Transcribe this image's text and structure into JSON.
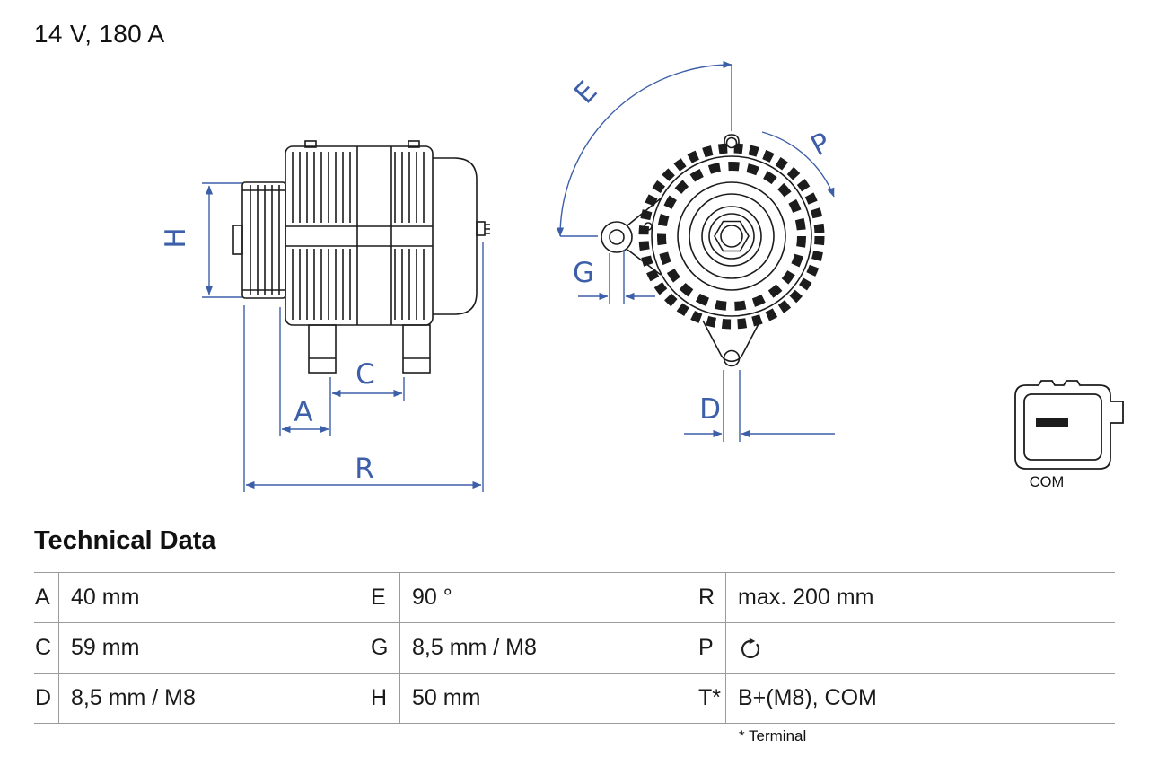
{
  "header": {
    "rating": "14 V, 180 A"
  },
  "diagram": {
    "dimension_labels": {
      "H": "H",
      "A": "A",
      "C": "C",
      "R": "R",
      "E": "E",
      "G": "G",
      "P": "P",
      "D": "D"
    },
    "connector_label": "COM"
  },
  "technical_data": {
    "title": "Technical Data",
    "rows": [
      [
        {
          "key": "A",
          "value": "40 mm"
        },
        {
          "key": "E",
          "value": "90 °"
        },
        {
          "key": "R",
          "value": "max. 200 mm"
        }
      ],
      [
        {
          "key": "C",
          "value": "59 mm"
        },
        {
          "key": "G",
          "value": "8,5 mm / M8"
        },
        {
          "key": "P",
          "value": "",
          "icon": "rotation-direction-icon"
        }
      ],
      [
        {
          "key": "D",
          "value": "8,5 mm / M8"
        },
        {
          "key": "H",
          "value": "50 mm"
        },
        {
          "key": "T*",
          "value": "B+(M8), COM"
        }
      ]
    ],
    "footnote": "* Terminal"
  },
  "colors": {
    "dimension_blue": "#3D5FA9",
    "drawing_dark": "#1C1C1C",
    "table_rule": "#9B9B9B"
  }
}
